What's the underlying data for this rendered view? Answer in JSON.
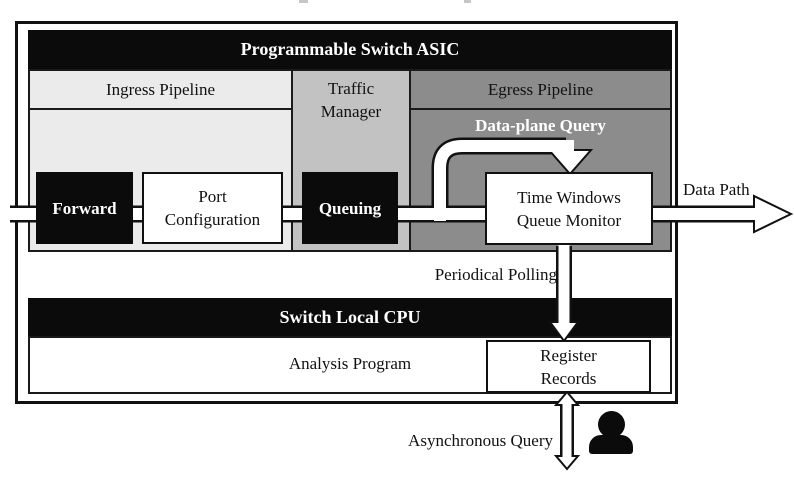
{
  "diagram": {
    "asic": {
      "title": "Programmable Switch ASIC",
      "ingress": {
        "title": "Ingress Pipeline",
        "forward_label": "Forward",
        "port_config": {
          "line1": "Port",
          "line2": "Configuration"
        }
      },
      "traffic_manager": {
        "title_line1": "Traffic",
        "title_line2": "Manager",
        "queuing_label": "Queuing"
      },
      "egress": {
        "title": "Egress Pipeline",
        "data_plane_query_label": "Data-plane Query",
        "monitor": {
          "line1": "Time Windows",
          "line2": "Queue Monitor"
        }
      }
    },
    "cpu": {
      "title": "Switch Local CPU",
      "analysis_program_label": "Analysis Program",
      "register_records": {
        "line1": "Register",
        "line2": "Records"
      }
    },
    "labels": {
      "data_path": "Data Path",
      "periodical_polling": "Periodical Polling",
      "asynchronous_query": "Asynchronous Query"
    },
    "icons": {
      "user": "user-icon"
    },
    "colors": {
      "block_fill": "#0b0b0b",
      "ingress_bg": "#ebebeb",
      "traffic_manager_bg": "#c2c2c2",
      "egress_bg": "#8c8c8c",
      "border": "#111111",
      "arrow_fill": "#ffffff"
    }
  }
}
